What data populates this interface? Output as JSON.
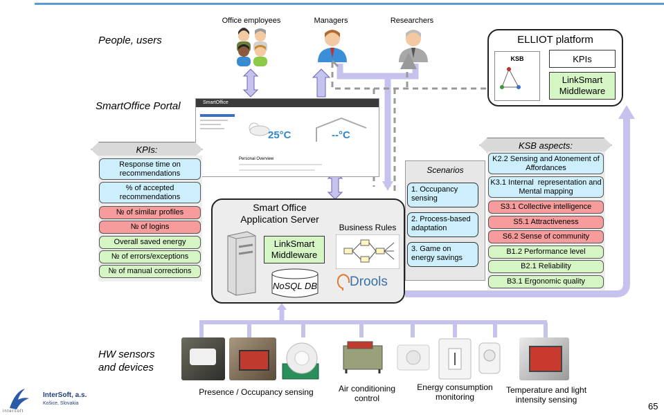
{
  "sections": {
    "people": "People, users",
    "portal": "SmartOffice Portal",
    "hw": "HW sensors\nand devices"
  },
  "roles": {
    "office": "Office employees",
    "managers": "Managers",
    "researchers": "Researchers"
  },
  "elliot": {
    "title": "ELLIOT platform",
    "ksb_label": "KSB",
    "kpis_label": "KPIs",
    "linksmart": "LinkSmart\nMiddleware"
  },
  "portal_screen": {
    "app_name": "SmartOffice",
    "temp_inside": "25°C",
    "temp_outside": "--°C",
    "section_title": "Personal Overview"
  },
  "kpis": {
    "header": "KPIs:",
    "items": [
      {
        "label": "Response time on\nrecommendations",
        "color": "blue"
      },
      {
        "label": "% of accepted\nrecommendations",
        "color": "blue"
      },
      {
        "label": "№ of similar profiles",
        "color": "red"
      },
      {
        "label": "№ of logins",
        "color": "red"
      },
      {
        "label": "Overall saved energy",
        "color": "green"
      },
      {
        "label": "№ of errors/exceptions",
        "color": "green"
      },
      {
        "label": "№ of manual corrections",
        "color": "green"
      }
    ]
  },
  "server": {
    "title": "Smart Office\nApplication Server",
    "business_rules": "Business Rules",
    "linksmart": "LinkSmart\nMiddleware",
    "nosql": "NoSQL DB",
    "drools": "Drools"
  },
  "scenarios": {
    "header": "Scenarios",
    "items": [
      "1. Occupancy\nsensing",
      "2. Process-based\nadaptation",
      "3. Game on\nenergy savings"
    ]
  },
  "ksb": {
    "header": "KSB aspects:",
    "items": [
      {
        "label": "K2.2 Sensing and Atonement of\nAffordances",
        "color": "blue"
      },
      {
        "label": "K3.1 Internal  representation and\nMental mapping",
        "color": "blue"
      },
      {
        "label": "S3.1 Collective intelligence",
        "color": "red"
      },
      {
        "label": "S5.1 Attractiveness",
        "color": "red"
      },
      {
        "label": "S6.2 Sense of community",
        "color": "red"
      },
      {
        "label": "B1.2 Performance level",
        "color": "green"
      },
      {
        "label": "B2.1 Reliability",
        "color": "green"
      },
      {
        "label": "B3.1 Ergonomic quality",
        "color": "green"
      }
    ]
  },
  "devices": {
    "presence": "Presence / Occupancy sensing",
    "aircon": "Air conditioning\ncontrol",
    "energy": "Energy consumption\nmonitoring",
    "temp": "Temperature and light\nintensity sensing"
  },
  "footer": {
    "company": "InterSoft, a.s.",
    "location": "Košice, Slovakia",
    "logo_text": "intersoft",
    "page": "65"
  },
  "colors": {
    "blue": "#cdeffb",
    "red": "#f79c9c",
    "green": "#d6f5c4",
    "arrow": "#c5c2ee",
    "accent": "#5b9bd5"
  }
}
